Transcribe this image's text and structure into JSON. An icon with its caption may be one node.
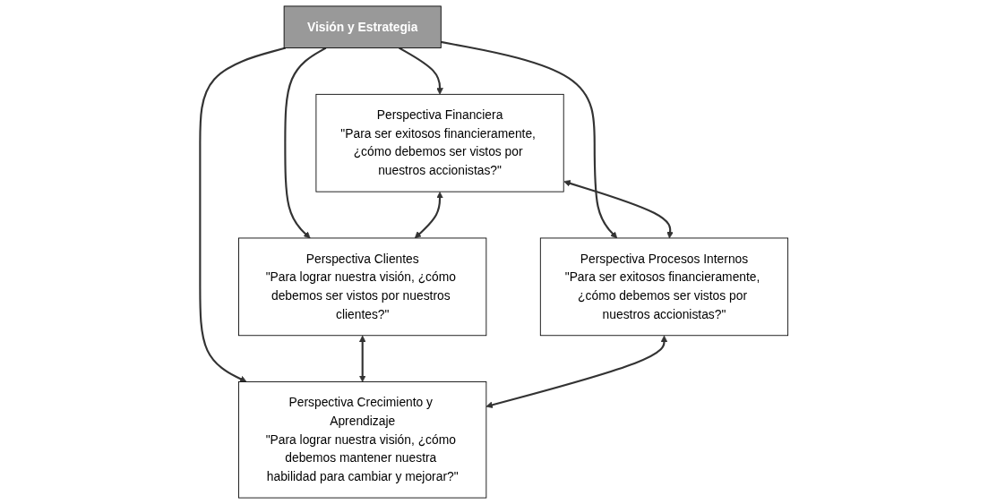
{
  "diagram": {
    "nodes": [
      {
        "text": [
          "Perspectiva Financiera",
          "\"Para ser exitosos financieramente, ¿cómo debemos ser vistos por nuestros accionistas?\""
        ]
      },
      {
        "text": [
          "Perspectiva Clientes",
          "\"Para lograr nuestra visión, ¿cómo debemos ser vistos por nuestros clientes?\""
        ]
      },
      {
        "text": [
          "Visión y Estrategia"
        ]
      },
      {
        "text": [
          "Perspectiva Procesos Internos",
          "\"Para ser exitosos financieramente, ¿cómo debemos ser vistos por nuestros accionistas?\""
        ]
      },
      {
        "text": [
          "Perspectiva Crecimiento y Aprendizaje",
          "\"Para lograr nuestra visión, ¿cómo debemos mantener nuestra habilidad para cambiar y mejorar?\""
        ]
      }
    ],
    "edges": [
      {
        "from": 2,
        "to": 0,
        "arrow": "to"
      },
      {
        "from": 2,
        "to": 1,
        "arrow": "to"
      },
      {
        "from": 2,
        "to": 3,
        "arrow": "to"
      },
      {
        "from": 2,
        "to": 4,
        "arrow": "to"
      },
      {
        "from": 0,
        "to": 1,
        "arrow": "both"
      },
      {
        "from": 0,
        "to": 3,
        "arrow": "both"
      },
      {
        "from": 1,
        "to": 4,
        "arrow": "both"
      },
      {
        "from": 3,
        "to": 4,
        "arrow": "both"
      }
    ]
  }
}
